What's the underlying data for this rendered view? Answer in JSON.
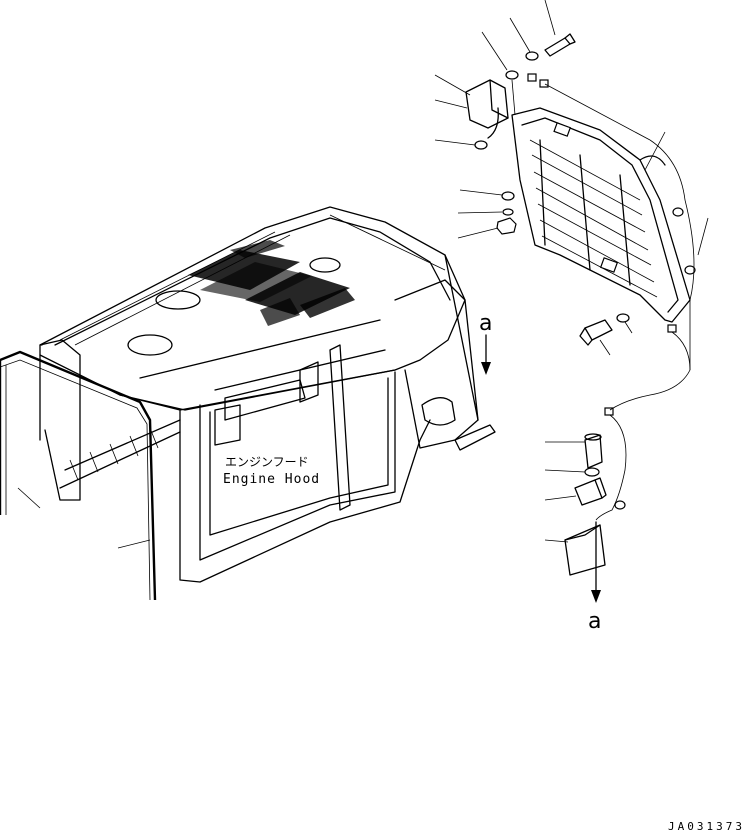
{
  "labels": {
    "part_jp": "エンジンフード",
    "part_en": "Engine Hood",
    "marker_top": "a",
    "marker_bottom": "a",
    "drawing_code": "JA031373"
  }
}
